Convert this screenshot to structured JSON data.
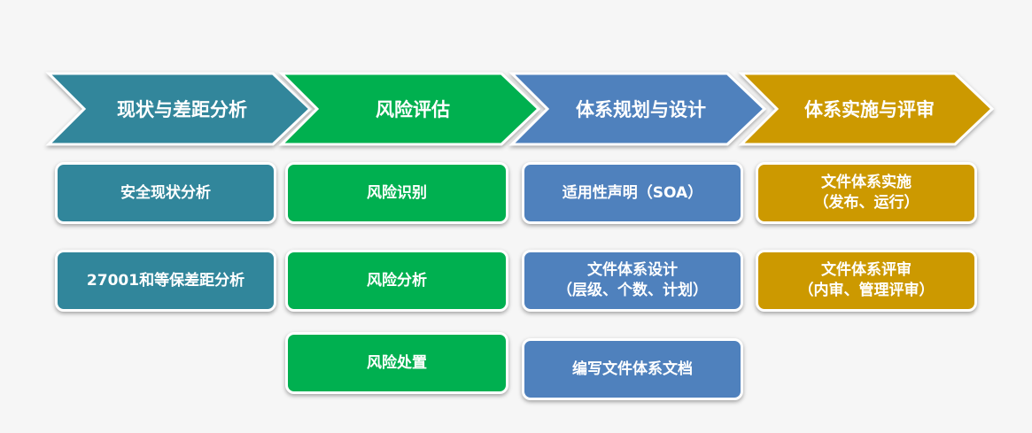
{
  "colors": {
    "teal": "#31869b",
    "green": "#00b050",
    "blue": "#4f81bd",
    "gold": "#cc9900"
  },
  "stages": [
    {
      "title": "现状与差距分析",
      "color": "#31869b",
      "items": [
        [
          "安全现状分析"
        ],
        [
          "27001和等保差距分析"
        ]
      ]
    },
    {
      "title": "风险评估",
      "color": "#00b050",
      "items": [
        [
          "风险识别"
        ],
        [
          "风险分析"
        ],
        [
          "风险处置"
        ]
      ]
    },
    {
      "title": "体系规划与设计",
      "color": "#4f81bd",
      "items": [
        [
          "适用性声明（SOA）"
        ],
        [
          "文件体系设计",
          "（层级、个数、计划）"
        ],
        [
          "编写文件体系文档"
        ]
      ]
    },
    {
      "title": "体系实施与评审",
      "color": "#cc9900",
      "items": [
        [
          "文件体系实施",
          "（发布、运行）"
        ],
        [
          "文件体系评审",
          "（内审、管理评审）"
        ]
      ]
    }
  ]
}
